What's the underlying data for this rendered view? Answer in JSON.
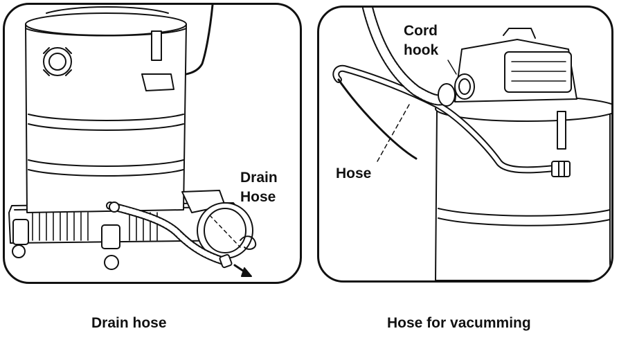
{
  "figure": {
    "left_panel": {
      "callout_line1": "Drain",
      "callout_line2": "Hose",
      "caption": "Drain hose"
    },
    "right_panel": {
      "callout_cord_line1": "Cord",
      "callout_cord_line2": "hook",
      "callout_hose": "Hose",
      "caption": "Hose for vacumming"
    }
  },
  "colors": {
    "outline": "#111111",
    "fill": "#ffffff",
    "shade": "#d9d9d9"
  }
}
